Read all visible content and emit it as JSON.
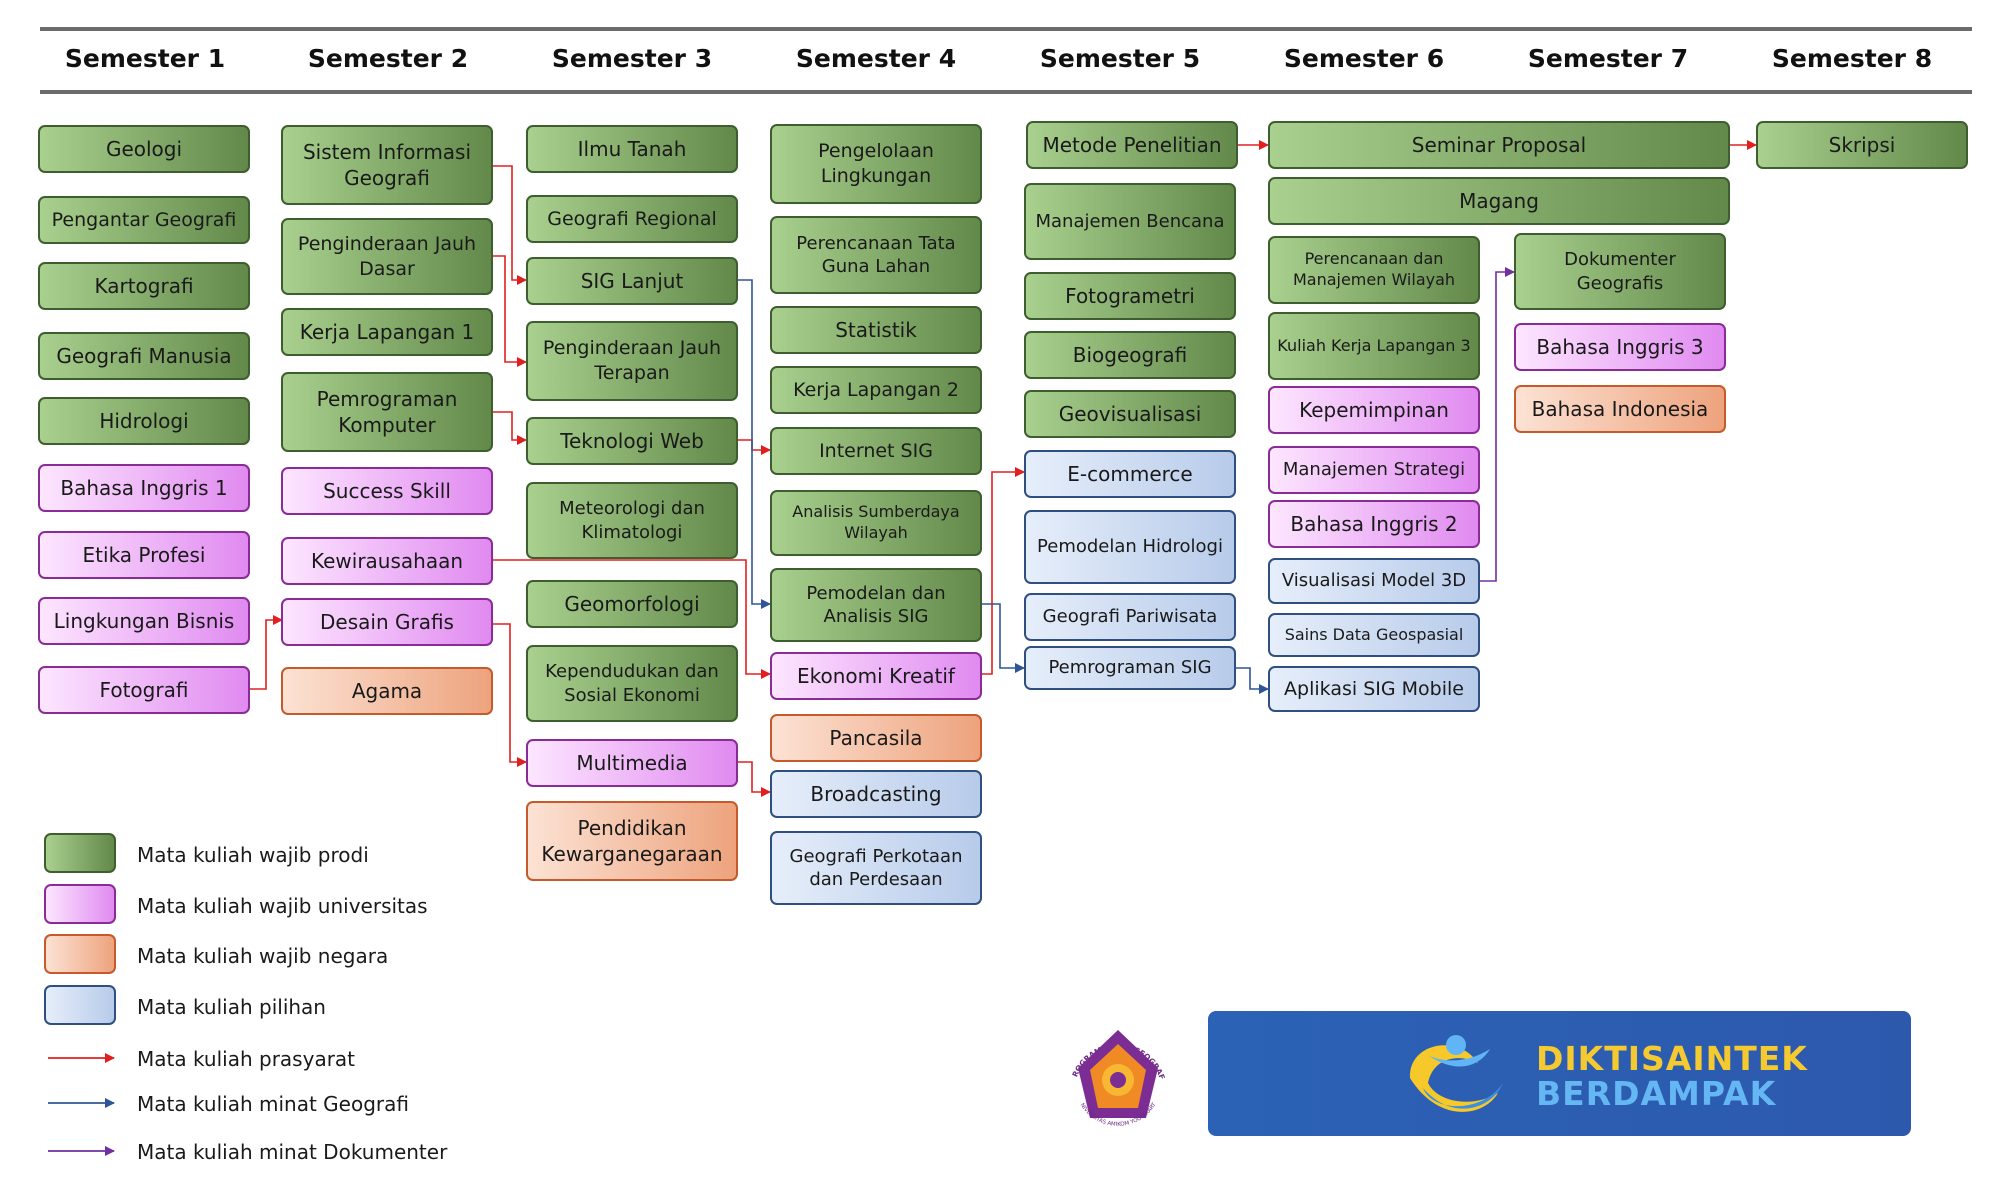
{
  "semesters": [
    "Semester 1",
    "Semester 2",
    "Semester 3",
    "Semester 4",
    "Semester 5",
    "Semester 6",
    "Semester 7",
    "Semester 8"
  ],
  "colors": {
    "wajib_prodi": "#70ad47",
    "wajib_universitas": "#e59bf2",
    "wajib_negara": "#f4b183",
    "pilihan": "#c5d7f0",
    "prasyarat": "#e02020",
    "minat_geografi": "#2f5597",
    "minat_dokumenter": "#7030a0"
  },
  "courses": {
    "s1": [
      "Geologi",
      "Pengantar Geografi",
      "Kartografi",
      "Geografi Manusia",
      "Hidrologi",
      "Bahasa Inggris 1",
      "Etika Profesi",
      "Lingkungan Bisnis",
      "Fotografi"
    ],
    "s2": [
      "Sistem Informasi Geografi",
      "Penginderaan Jauh Dasar",
      "Kerja Lapangan 1",
      "Pemrograman Komputer",
      "Success Skill",
      "Kewirausahaan",
      "Desain Grafis",
      "Agama"
    ],
    "s3": [
      "Ilmu Tanah",
      "Geografi Regional",
      "SIG Lanjut",
      "Penginderaan Jauh Terapan",
      "Teknologi Web",
      "Meteorologi dan Klimatologi",
      "Geomorfologi",
      "Kependudukan dan Sosial Ekonomi",
      "Multimedia",
      "Pendidikan Kewarganegaraan"
    ],
    "s4": [
      "Pengelolaan Lingkungan",
      "Perencanaan Tata Guna Lahan",
      "Statistik",
      "Kerja Lapangan 2",
      "Internet SIG",
      "Analisis Sumberdaya Wilayah",
      "Pemodelan dan Analisis SIG",
      "Ekonomi Kreatif",
      "Pancasila",
      "Broadcasting",
      "Geografi Perkotaan dan Perdesaan"
    ],
    "s5": [
      "Metode Penelitian",
      "Manajemen Bencana",
      "Fotogrametri",
      "Biogeografi",
      "Geovisualisasi",
      "E-commerce",
      "Pemodelan Hidrologi",
      "Geografi Pariwisata",
      "Pemrograman SIG"
    ],
    "s6": [
      "Seminar Proposal",
      "Magang",
      "Perencanaan dan Manajemen Wilayah",
      "Kuliah Kerja Lapangan 3",
      "Kepemimpinan",
      "Manajemen Strategi",
      "Bahasa Inggris 2",
      "Visualisasi Model 3D",
      "Sains Data Geospasial",
      "Aplikasi SIG Mobile"
    ],
    "s7": [
      "Dokumenter Geografis",
      "Bahasa Inggris 3",
      "Bahasa Indonesia"
    ],
    "s8": [
      "Skripsi"
    ]
  },
  "legend": [
    {
      "label": "Mata kuliah wajib prodi",
      "kind": "green"
    },
    {
      "label": "Mata kuliah wajib universitas",
      "kind": "purple"
    },
    {
      "label": "Mata kuliah wajib negara",
      "kind": "orange"
    },
    {
      "label": "Mata kuliah pilihan",
      "kind": "blue"
    },
    {
      "label": "Mata kuliah prasyarat",
      "kind": "red-arrow"
    },
    {
      "label": "Mata kuliah minat Geografi",
      "kind": "blue-arrow"
    },
    {
      "label": "Mata kuliah minat Dokumenter",
      "kind": "purple-arrow"
    }
  ],
  "logo": {
    "seal_top_text": "PROGRAM STUDI GEOGRAFI",
    "seal_bottom_text": "UNIVERSITAS AMIKOM YOGYAKARTA",
    "banner_line1": "DIKTISAINTEK",
    "banner_line2": "BERDAMPAK"
  }
}
